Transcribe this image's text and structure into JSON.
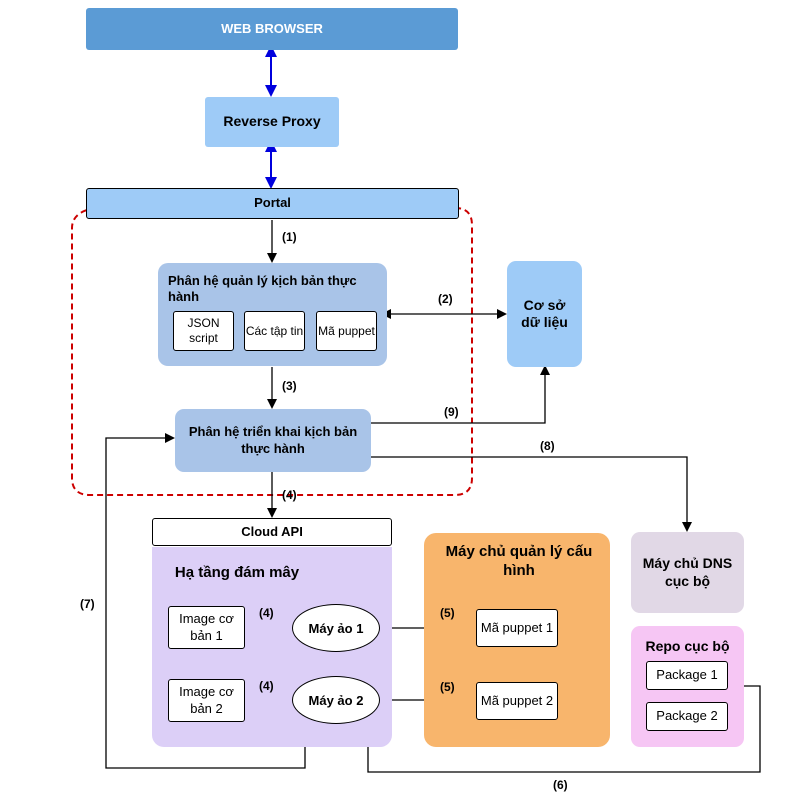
{
  "web_browser": "WEB BROWSER",
  "reverse_proxy": "Reverse Proxy",
  "portal": "Portal",
  "scenario_mgmt": {
    "title": "Phân hệ quản lý kịch bản thực hành",
    "items": [
      "JSON script",
      "Các tập tin",
      "Mã puppet"
    ]
  },
  "database": "Cơ sở dữ liệu",
  "scenario_deploy": "Phân hệ triển khai kịch bản thực hành",
  "cloud_api": "Cloud API",
  "cloud_infra": {
    "title": "Hạ tầng đám mây",
    "images": [
      "Image cơ bản 1",
      "Image cơ bản 2"
    ],
    "vms": [
      "Máy ảo 1",
      "Máy ảo 2"
    ]
  },
  "config_server": {
    "title": "Máy chủ quản lý cấu hình",
    "items": [
      "Mã puppet 1",
      "Mã puppet 2"
    ]
  },
  "dns_server": "Máy chủ DNS cục bộ",
  "local_repo": {
    "title": "Repo cục bộ",
    "packages": [
      "Package 1",
      "Package 2"
    ]
  },
  "step_labels": {
    "s1": "(1)",
    "s2": "(2)",
    "s3": "(3)",
    "s4": "(4)",
    "s4a": "(4)",
    "s4b": "(4)",
    "s5a": "(5)",
    "s5b": "(5)",
    "s6": "(6)",
    "s7": "(7)",
    "s8": "(8)",
    "s9": "(9)"
  },
  "colors": {
    "browser": "#5b9bd5",
    "proxy_portal": "#9ecbf7",
    "modules": "#a9c4e8",
    "cloud": "#dccff7",
    "config": "#f8b56c",
    "dns": "#e1d8e6",
    "repo": "#f6c6f4",
    "boundary": "#cc0000",
    "bidir_arrow": "#0000dd"
  }
}
